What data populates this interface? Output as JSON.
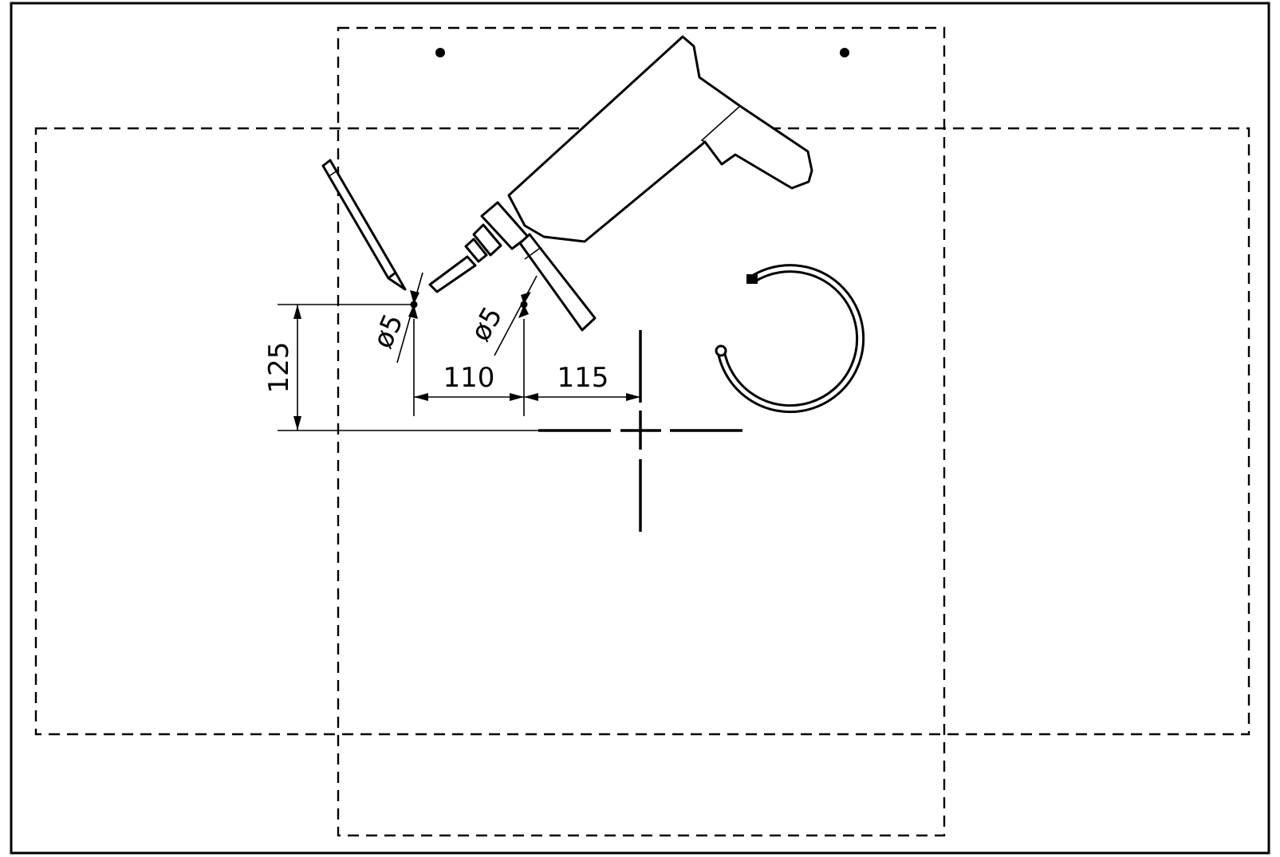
{
  "dimensions": {
    "vertical": "125",
    "horizontal_left": "110",
    "horizontal_right": "115",
    "hole_left": "ø5",
    "hole_right": "ø5"
  },
  "icons": {
    "pencil": "pencil-icon",
    "drill": "drill-icon",
    "rotation_arrow": "rotation-arrow-icon",
    "center_mark": "center-cross-icon"
  }
}
